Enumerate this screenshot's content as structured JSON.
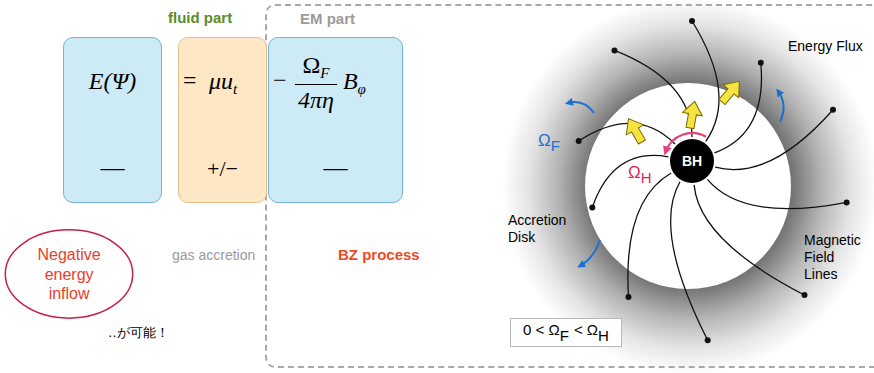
{
  "diagram": {
    "nodes": [
      {
        "text": [
          "EM part"
        ]
      },
      {
        "text": [
          "E(Ψ)",
          "—"
        ]
      },
      {
        "text": [
          "μu",
          "t",
          "+/−"
        ]
      },
      {
        "text": [
          "Ω",
          "F",
          "4πη",
          "B",
          "φ",
          "—"
        ],
        "in": 0
      },
      {
        "text": [
          "Negative energy inflow"
        ]
      },
      {
        "text": [
          "BH"
        ],
        "in": 0
      },
      {
        "text": [
          "0 < Ω",
          "F",
          "< Ω",
          "H"
        ],
        "in": 0
      }
    ],
    "labels": [
      "fluid part",
      "=",
      "−",
      "gas accretion",
      "BZ process",
      "‥が可能！",
      "Energy Flux",
      "Ω",
      "F",
      "Ω",
      "H",
      "Accretion Disk",
      "Magnetic Field Lines"
    ]
  }
}
